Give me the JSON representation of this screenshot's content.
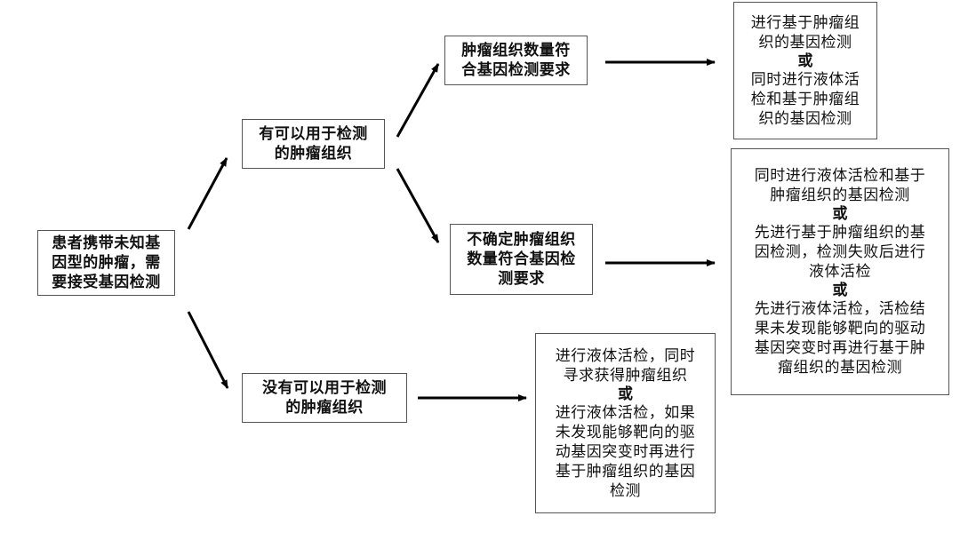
{
  "root": {
    "lines": [
      "患者携带未知基",
      "因型的肿瘤，需",
      "要接受基因检测"
    ]
  },
  "has_tissue": {
    "lines": [
      "有可以用于检测",
      "的肿瘤组织"
    ]
  },
  "no_tissue": {
    "lines": [
      "没有可以用于检测",
      "的肿瘤组织"
    ]
  },
  "tissue_sufficient": {
    "lines": [
      "肿瘤组织数量符",
      "合基因检测要求"
    ]
  },
  "tissue_uncertain": {
    "lines": [
      "不确定肿瘤组织",
      "数量符合基因检",
      "测要求"
    ]
  },
  "result_sufficient": {
    "option1": [
      "进行基于肿瘤组",
      "织的基因检测"
    ],
    "or": "或",
    "option2": [
      "同时进行液体活",
      "检和基于肿瘤组",
      "织的基因检测"
    ]
  },
  "result_uncertain": {
    "option1": [
      "同时进行液体活检和基于",
      "肿瘤组织的基因检测"
    ],
    "or1": "或",
    "option2": [
      "先进行基于肿瘤组织的基",
      "因检测，检测失败后进行",
      "液体活检"
    ],
    "or2": "或",
    "option3": [
      "先进行液体活检，活检结",
      "果未发现能够靶向的驱动",
      "基因突变时再进行基于肿",
      "瘤组织的基因检测"
    ]
  },
  "result_no_tissue": {
    "option1": [
      "进行液体活检，同时",
      "寻求获得肿瘤组织"
    ],
    "or": "或",
    "option2": [
      "进行液体活检，如果",
      "未发现能够靶向的驱",
      "动基因突变时再进行",
      "基于肿瘤组织的基因",
      "检测"
    ]
  }
}
